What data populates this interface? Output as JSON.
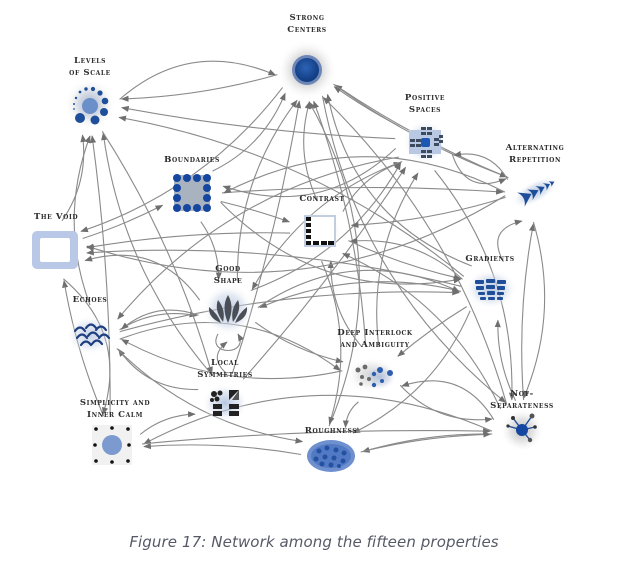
{
  "figure": {
    "caption": "Figure 17: Network among the fifteen properties",
    "accent_color": "#1f4f9a",
    "edge_color": "#8a8a8a",
    "label_color": "#2b2b2b",
    "caption_color": "#555a66"
  },
  "nodes": [
    {
      "id": "strong-centers",
      "label_lines": [
        "Strong",
        "Centers"
      ],
      "icon": "dark-circle-icon"
    },
    {
      "id": "levels-of-scale",
      "label_lines": [
        "Levels",
        "of Scale"
      ],
      "icon": "circle-of-dots-icon"
    },
    {
      "id": "positive-spaces",
      "label_lines": [
        "Positive",
        "Spaces"
      ],
      "icon": "tiled-grid-icon"
    },
    {
      "id": "alternating-repetition",
      "label_lines": [
        "Alternating",
        "Repetition"
      ],
      "icon": "repeating-shapes-icon"
    },
    {
      "id": "boundaries",
      "label_lines": [
        "Boundaries"
      ],
      "icon": "bordered-square-icon"
    },
    {
      "id": "contrast",
      "label_lines": [
        "Contrast"
      ],
      "icon": "black-white-frame-icon"
    },
    {
      "id": "the-void",
      "label_lines": [
        "The Void"
      ],
      "icon": "empty-frame-icon"
    },
    {
      "id": "good-shape",
      "label_lines": [
        "Good",
        "Shape"
      ],
      "icon": "lotus-icon"
    },
    {
      "id": "gradients",
      "label_lines": [
        "Gradients"
      ],
      "icon": "gradient-tiles-icon"
    },
    {
      "id": "echoes",
      "label_lines": [
        "Echoes"
      ],
      "icon": "arcs-icon"
    },
    {
      "id": "deep-interlock",
      "label_lines": [
        "Deep Interlock",
        "and Ambiguity"
      ],
      "icon": "interlocking-dots-icon"
    },
    {
      "id": "local-symmetries",
      "label_lines": [
        "Local",
        "Symmetries"
      ],
      "icon": "symmetric-blocks-icon"
    },
    {
      "id": "simplicity",
      "label_lines": [
        "Simplicity and",
        "Inner Calm"
      ],
      "icon": "calm-dot-icon"
    },
    {
      "id": "roughness",
      "label_lines": [
        "Roughness"
      ],
      "icon": "rough-blob-icon"
    },
    {
      "id": "not-separateness",
      "label_lines": [
        "Not-",
        "Separateness"
      ],
      "icon": "connected-star-icon"
    }
  ],
  "edges": [
    {
      "from": "levels-of-scale",
      "to": "strong-centers"
    },
    {
      "from": "positive-spaces",
      "to": "strong-centers"
    },
    {
      "from": "alternating-repetition",
      "to": "strong-centers"
    },
    {
      "from": "not-separateness",
      "to": "strong-centers"
    },
    {
      "from": "boundaries",
      "to": "strong-centers"
    },
    {
      "from": "contrast",
      "to": "strong-centers"
    },
    {
      "from": "good-shape",
      "to": "strong-centers"
    },
    {
      "from": "local-symmetries",
      "to": "strong-centers"
    },
    {
      "from": "deep-interlock",
      "to": "strong-centers"
    },
    {
      "from": "roughness",
      "to": "strong-centers"
    },
    {
      "from": "gradients",
      "to": "strong-centers"
    },
    {
      "from": "strong-centers",
      "to": "levels-of-scale"
    },
    {
      "from": "positive-spaces",
      "to": "levels-of-scale"
    },
    {
      "from": "gradients",
      "to": "levels-of-scale"
    },
    {
      "from": "the-void",
      "to": "levels-of-scale"
    },
    {
      "from": "echoes",
      "to": "levels-of-scale"
    },
    {
      "from": "local-symmetries",
      "to": "levels-of-scale"
    },
    {
      "from": "simplicity",
      "to": "levels-of-scale"
    },
    {
      "from": "strong-centers",
      "to": "alternating-repetition"
    },
    {
      "from": "positive-spaces",
      "to": "alternating-repetition"
    },
    {
      "from": "gradients",
      "to": "alternating-repetition"
    },
    {
      "from": "not-separateness",
      "to": "alternating-repetition"
    },
    {
      "from": "boundaries",
      "to": "alternating-repetition"
    },
    {
      "from": "alternating-repetition",
      "to": "positive-spaces"
    },
    {
      "from": "good-shape",
      "to": "positive-spaces"
    },
    {
      "from": "contrast",
      "to": "positive-spaces"
    },
    {
      "from": "deep-interlock",
      "to": "positive-spaces"
    },
    {
      "from": "local-symmetries",
      "to": "positive-spaces"
    },
    {
      "from": "the-void",
      "to": "boundaries"
    },
    {
      "from": "alternating-repetition",
      "to": "boundaries"
    },
    {
      "from": "positive-spaces",
      "to": "boundaries"
    },
    {
      "from": "boundaries",
      "to": "contrast"
    },
    {
      "from": "alternating-repetition",
      "to": "contrast"
    },
    {
      "from": "gradients",
      "to": "contrast"
    },
    {
      "from": "not-separateness",
      "to": "contrast"
    },
    {
      "from": "deep-interlock",
      "to": "contrast"
    },
    {
      "from": "strong-centers",
      "to": "the-void"
    },
    {
      "from": "contrast",
      "to": "the-void"
    },
    {
      "from": "gradients",
      "to": "the-void"
    },
    {
      "from": "good-shape",
      "to": "the-void"
    },
    {
      "from": "alternating-repetition",
      "to": "the-void"
    },
    {
      "from": "simplicity",
      "to": "the-void"
    },
    {
      "from": "boundaries",
      "to": "good-shape"
    },
    {
      "from": "gradients",
      "to": "good-shape"
    },
    {
      "from": "positive-spaces",
      "to": "good-shape"
    },
    {
      "from": "echoes",
      "to": "good-shape"
    },
    {
      "from": "local-symmetries",
      "to": "good-shape"
    },
    {
      "from": "good-shape",
      "to": "good-shape"
    },
    {
      "from": "contrast",
      "to": "gradients"
    },
    {
      "from": "boundaries",
      "to": "gradients"
    },
    {
      "from": "good-shape",
      "to": "gradients"
    },
    {
      "from": "echoes",
      "to": "gradients"
    },
    {
      "from": "not-separateness",
      "to": "gradients"
    },
    {
      "from": "good-shape",
      "to": "echoes"
    },
    {
      "from": "positive-spaces",
      "to": "echoes"
    },
    {
      "from": "deep-interlock",
      "to": "echoes"
    },
    {
      "from": "local-symmetries",
      "to": "echoes"
    },
    {
      "from": "good-shape",
      "to": "deep-interlock"
    },
    {
      "from": "gradients",
      "to": "deep-interlock"
    },
    {
      "from": "not-separateness",
      "to": "deep-interlock"
    },
    {
      "from": "echoes",
      "to": "deep-interlock"
    },
    {
      "from": "levels-of-scale",
      "to": "local-symmetries"
    },
    {
      "from": "simplicity",
      "to": "local-symmetries"
    },
    {
      "from": "echoes",
      "to": "roughness"
    },
    {
      "from": "deep-interlock",
      "to": "roughness"
    },
    {
      "from": "gradients",
      "to": "roughness"
    },
    {
      "from": "contrast",
      "to": "roughness"
    },
    {
      "from": "not-separateness",
      "to": "roughness"
    },
    {
      "from": "roughness",
      "to": "simplicity"
    },
    {
      "from": "not-separateness",
      "to": "simplicity"
    },
    {
      "from": "the-void",
      "to": "simplicity"
    },
    {
      "from": "roughness",
      "to": "not-separateness"
    },
    {
      "from": "simplicity",
      "to": "not-separateness"
    },
    {
      "from": "deep-interlock",
      "to": "not-separateness"
    },
    {
      "from": "strong-centers",
      "to": "not-separateness"
    },
    {
      "from": "positive-spaces",
      "to": "not-separateness"
    },
    {
      "from": "alternating-repetition",
      "to": "not-separateness"
    }
  ]
}
